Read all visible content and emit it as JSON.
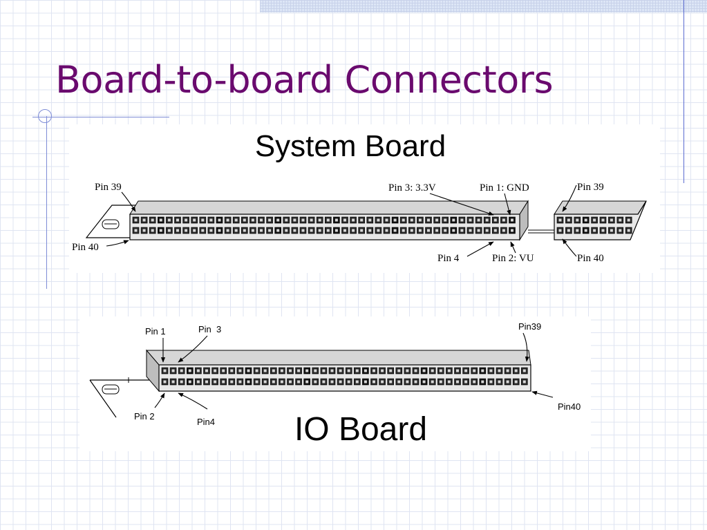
{
  "slide": {
    "title": "Board-to-board Connectors"
  },
  "system_board": {
    "title": "System Board",
    "labels": {
      "pin39_left": "Pin 39",
      "pin40_left": "Pin 40",
      "pin3": "Pin 3: 3.3V",
      "pin1": "Pin 1: GND",
      "pin4": "Pin 4",
      "pin2": "Pin 2: VU",
      "pin39_right": "Pin 39",
      "pin40_right": "Pin 40"
    }
  },
  "io_board": {
    "title": "IO Board",
    "labels": {
      "pin1": "Pin 1",
      "pin3": "Pin  3",
      "pin39": "Pin39",
      "pin2": "Pin 2",
      "pin4": "Pin4",
      "pin40": "Pin40"
    }
  },
  "colors": {
    "title": "#6a0a6e",
    "rules": "#7d8bd6"
  }
}
